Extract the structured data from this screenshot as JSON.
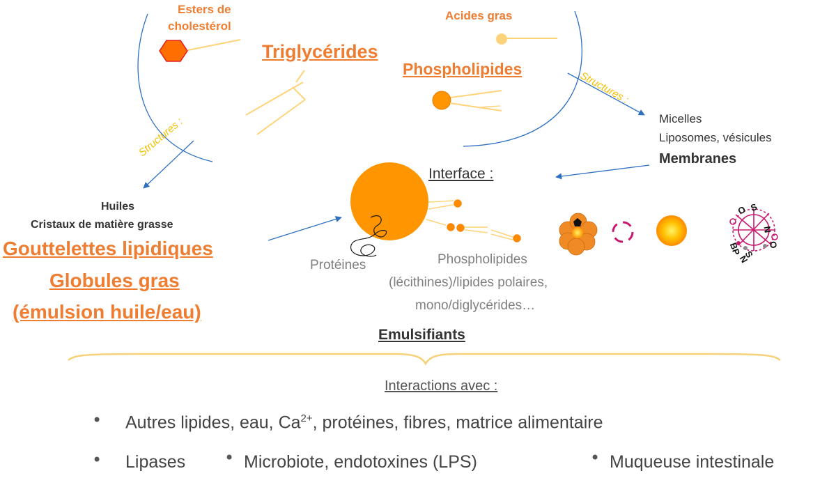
{
  "labels": {
    "esters_line1": "Esters de",
    "esters_line2": "cholestérol",
    "acides_gras": "Acides gras",
    "triglycerides": "Triglycérides",
    "phospholipides": "Phospholipides",
    "structures_left": "Structures :",
    "structures_right": "Structures :",
    "micelles": "Micelles",
    "liposomes": "Liposomes, vésicules",
    "membranes": "Membranes",
    "interface": "Interface :",
    "huiles": "Huiles",
    "cristaux": "Cristaux de matière grasse",
    "gouttelettes": "Gouttelettes lipidiques",
    "globules": "Globules gras",
    "emulsion": "(émulsion huile/eau)",
    "proteines": "Protéines",
    "phospho_line1": "Phospholipides",
    "phospho_line2": "(lécithines)/lipides polaires,",
    "phospho_line3": "mono/diglycérides…",
    "emulsifiants": "Emulsifiants",
    "interactions": "Interactions avec :",
    "item1_part1": "Autres lipides, eau, Ca",
    "item1_sup": "2+",
    "item1_part2": ", protéines, fibres, matrice alimentaire",
    "item2a": "Lipases",
    "item2b": "Microbiote, endotoxines (LPS)",
    "item2c": "Muqueuse intestinale",
    "bullet": "•",
    "lps_letters": [
      "O",
      "S",
      "N",
      "BP",
      "S",
      "N",
      "O"
    ]
  },
  "colors": {
    "orange": "#ee7d31",
    "droplet": "#ff9500",
    "tail": "#ffd37a",
    "blue_line": "#2e6fc2",
    "yellow": "#f5c000",
    "magenta": "#c8186e",
    "text_dark": "#333333",
    "text_gray": "#7f7f7f"
  }
}
